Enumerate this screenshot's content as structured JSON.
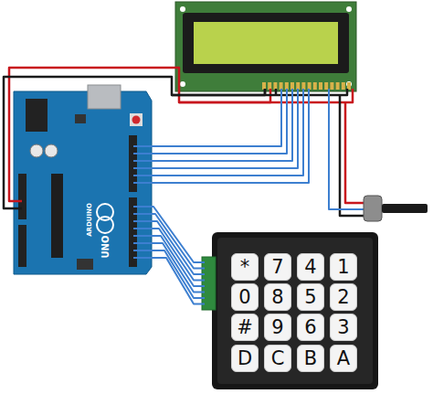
{
  "diagram": {
    "nodes": [
      {
        "text": [
          "*"
        ]
      },
      {
        "text": [
          "7"
        ]
      },
      {
        "text": [
          "4"
        ]
      },
      {
        "text": [
          "1"
        ]
      },
      {
        "text": [
          "0"
        ]
      },
      {
        "text": [
          "8"
        ]
      },
      {
        "text": [
          "5"
        ]
      },
      {
        "text": [
          "2"
        ]
      },
      {
        "text": [
          "#"
        ]
      },
      {
        "text": [
          "9"
        ]
      },
      {
        "text": [
          "6"
        ]
      },
      {
        "text": [
          "3"
        ]
      },
      {
        "text": [
          "D"
        ]
      },
      {
        "text": [
          "C"
        ]
      },
      {
        "text": [
          "B"
        ]
      },
      {
        "text": [
          "A"
        ]
      }
    ],
    "labels": [
      "UNO",
      "ARDUINO"
    ]
  }
}
